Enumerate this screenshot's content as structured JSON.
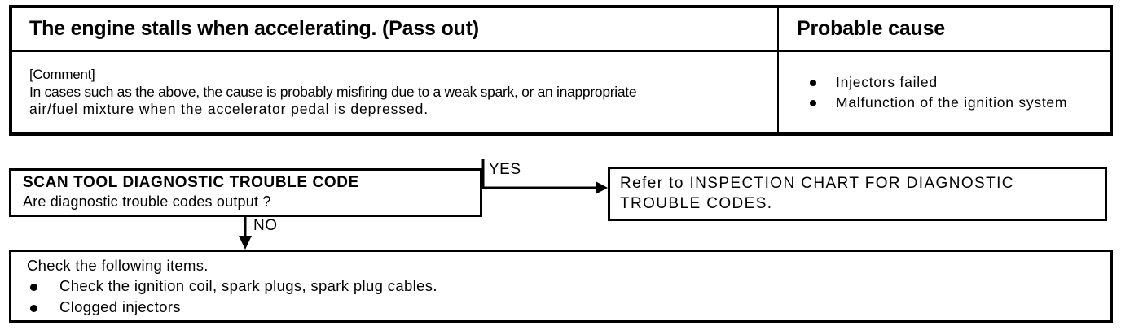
{
  "table": {
    "header": {
      "symptom": "The engine stalls when accelerating. (Pass out)",
      "cause": "Probable cause"
    },
    "comment": {
      "label": "[Comment]",
      "line1": "In cases such as the above, the cause is probably misfiring due to a weak spark, or an inappropriate",
      "line2": "air/fuel mixture when the accelerator pedal is depressed."
    },
    "causes": [
      "Injectors failed",
      "Malfunction of the ignition system"
    ]
  },
  "flowchart": {
    "decision": {
      "title": "SCAN TOOL DIAGNOSTIC TROUBLE CODE",
      "question": "Are diagnostic trouble codes output ?"
    },
    "edges": {
      "yes": "YES",
      "no": "NO"
    },
    "referral": {
      "line1": "Refer to INSPECTION CHART FOR DIAGNOSTIC",
      "line2": "TROUBLE CODES."
    },
    "action": {
      "intro": "Check the following items.",
      "items": [
        "Check the ignition coil, spark plugs, spark plug cables.",
        "Clogged injectors"
      ]
    }
  }
}
